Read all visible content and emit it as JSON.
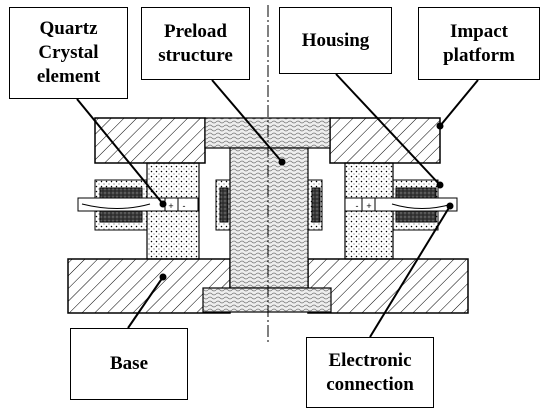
{
  "labels": {
    "quartz": "Quartz\nCrystal\nelement",
    "preload": "Preload\nstructure",
    "housing": "Housing",
    "impact": "Impact\nplatform",
    "base": "Base",
    "electronic": "Electronic\nconnection"
  },
  "glyphs": {
    "plus": "+",
    "minus": "-"
  }
}
